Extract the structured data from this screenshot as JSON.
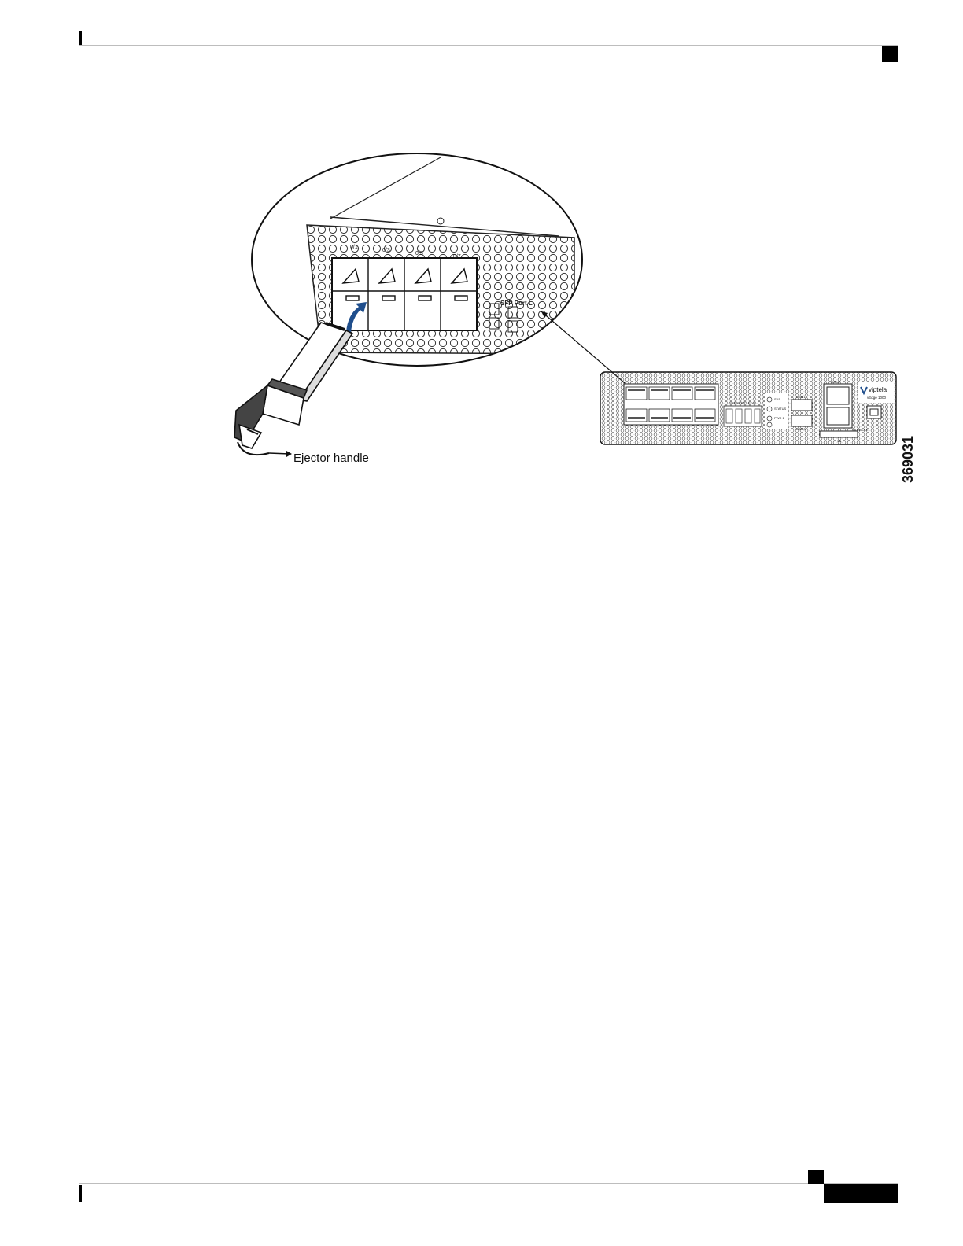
{
  "figure": {
    "callout_label": "Ejector handle",
    "figure_id": "369031",
    "port_labels": [
      "0/1",
      "0/3",
      "0/5",
      "0/7"
    ],
    "sfp_port_label": "SFP Port L",
    "panel": {
      "brand": "viptela",
      "model": "vEdge 1000",
      "sfp_port_leds": "SFP PORT LED'S",
      "sys": "SYS",
      "status": "STATUS",
      "pwr": "PWR 1",
      "usb1": "USB 1",
      "usb0": "USB 0",
      "mgmt": "MGMT",
      "console": "CONSOLE",
      "sd": "SD"
    },
    "colors": {
      "arrow": "#1f4e8c",
      "line": "#222222"
    }
  }
}
